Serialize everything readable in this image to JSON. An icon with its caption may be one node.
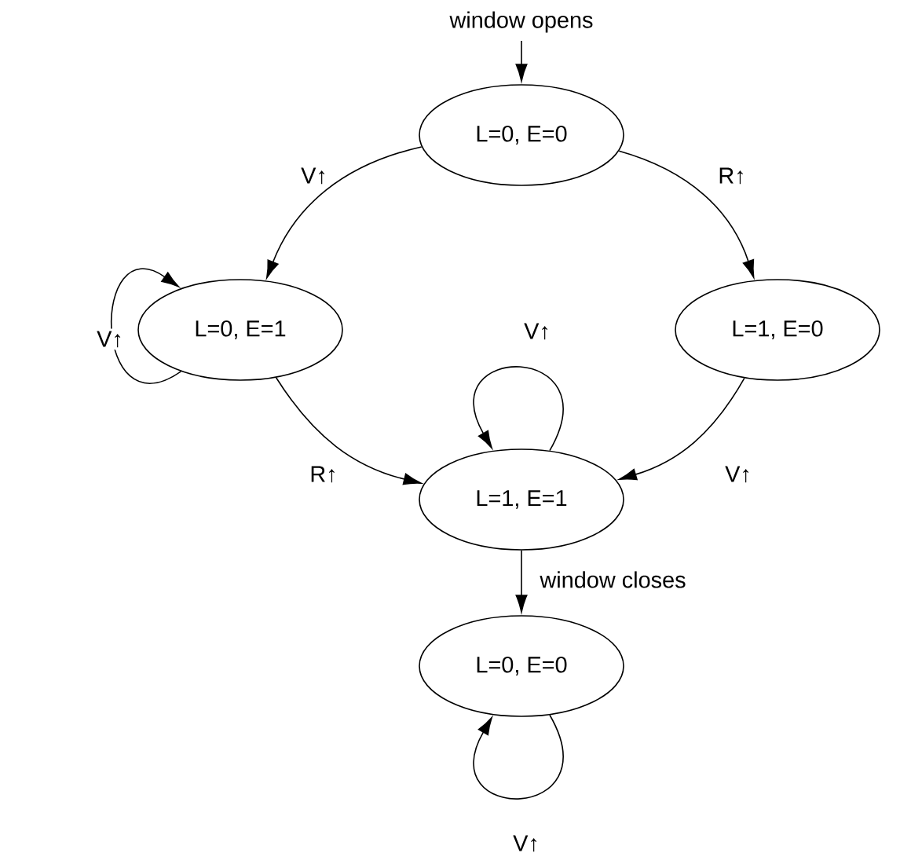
{
  "diagram": {
    "nodes": [
      {
        "text": [
          "L=0, E=0"
        ]
      },
      {
        "text": [
          "L=0, E=1"
        ]
      },
      {
        "text": [
          "L=1, E=0"
        ]
      },
      {
        "text": [
          "L=1, E=1"
        ]
      },
      {
        "text": [
          "L=0, E=0"
        ]
      }
    ],
    "edges": [
      {
        "from": null,
        "to": 0,
        "arrow": "to",
        "label": "window opens"
      },
      {
        "from": 0,
        "to": 1,
        "arrow": "to",
        "label": "V↑"
      },
      {
        "from": 0,
        "to": 2,
        "arrow": "to",
        "label": "R↑"
      },
      {
        "from": 1,
        "to": 1,
        "arrow": "to",
        "label": "V↑"
      },
      {
        "from": 1,
        "to": 3,
        "arrow": "to",
        "label": "R↑"
      },
      {
        "from": 2,
        "to": 3,
        "arrow": "to",
        "label": "V↑"
      },
      {
        "from": 3,
        "to": 3,
        "arrow": "to",
        "label": "V↑"
      },
      {
        "from": 3,
        "to": 4,
        "arrow": "to",
        "label": "window closes"
      },
      {
        "from": 4,
        "to": 4,
        "arrow": "to",
        "label": "V↑"
      }
    ]
  }
}
